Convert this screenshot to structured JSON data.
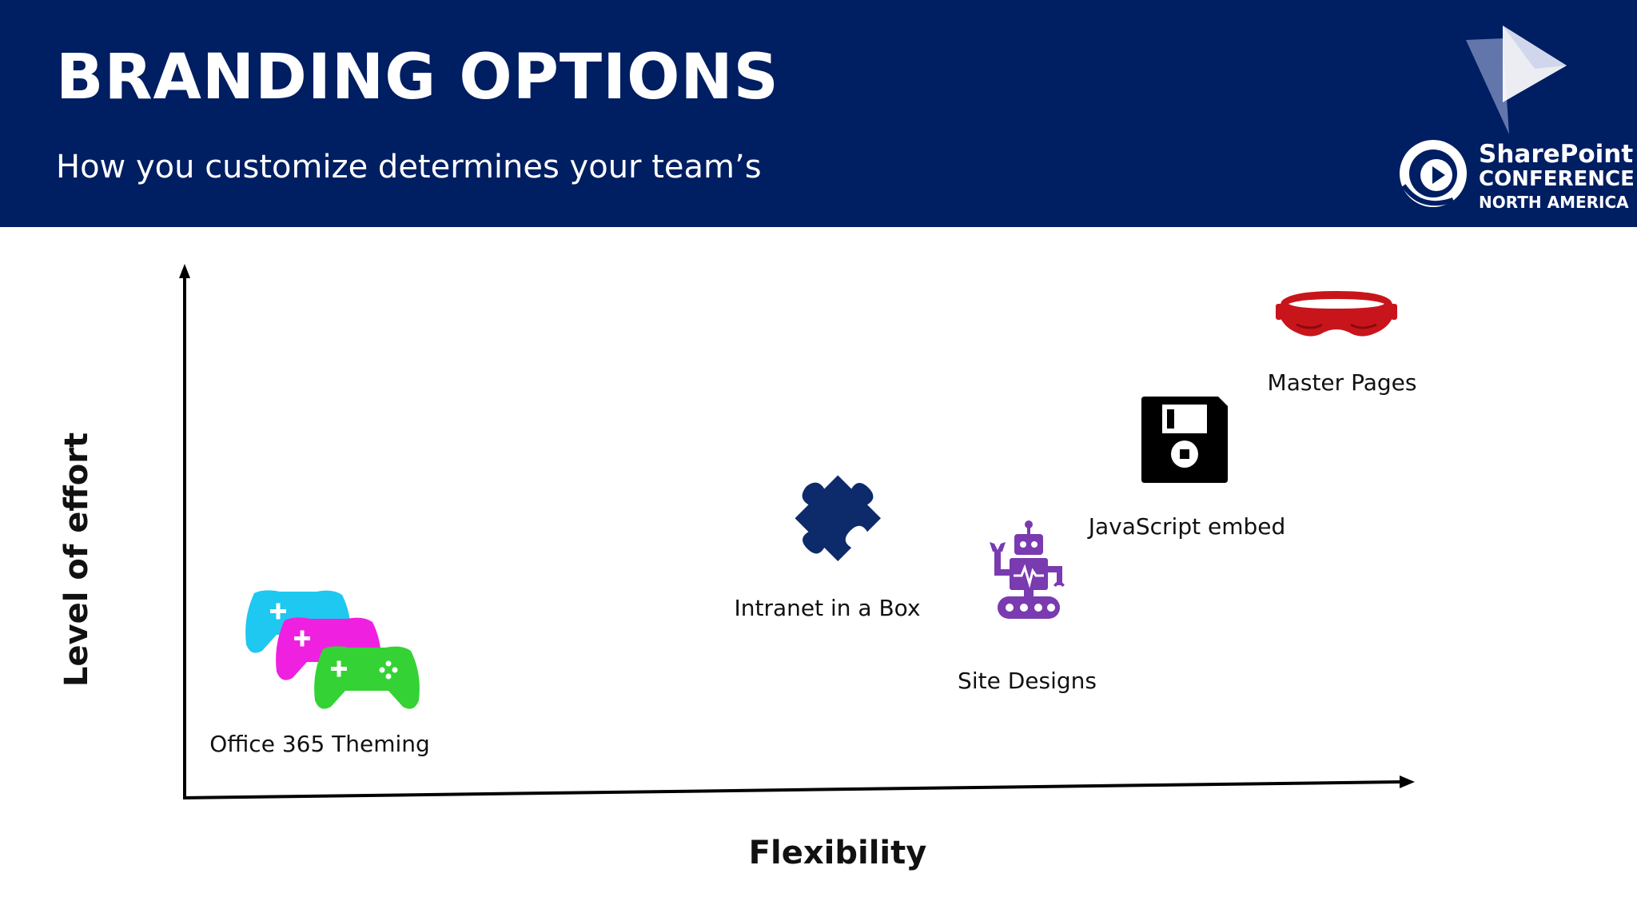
{
  "header": {
    "title": "BRANDING OPTIONS",
    "subtitle": "How you customize determines your team’s",
    "bg_color": "#001e62"
  },
  "logo": {
    "line1": "SharePoint",
    "line2": "CONFERENCE",
    "line3": "NORTH AMERICA"
  },
  "diagram": {
    "y_axis_label": "Level of effort",
    "x_axis_label": "Flexibility",
    "items": [
      {
        "label": "Office 365 Theming",
        "icon": "game-controllers-icon",
        "colors": [
          "#1ec8f0",
          "#f020e0",
          "#34d234"
        ]
      },
      {
        "label": "Intranet in a Box",
        "icon": "puzzle-piece-icon",
        "colors": [
          "#0d2a6b"
        ]
      },
      {
        "label": "Site Designs",
        "icon": "robot-icon",
        "colors": [
          "#7a3ab0"
        ]
      },
      {
        "label": "JavaScript embed",
        "icon": "floppy-disk-icon",
        "colors": [
          "#000000"
        ]
      },
      {
        "label": "Master Pages",
        "icon": "vr-headset-icon",
        "colors": [
          "#c8151b"
        ]
      }
    ]
  }
}
